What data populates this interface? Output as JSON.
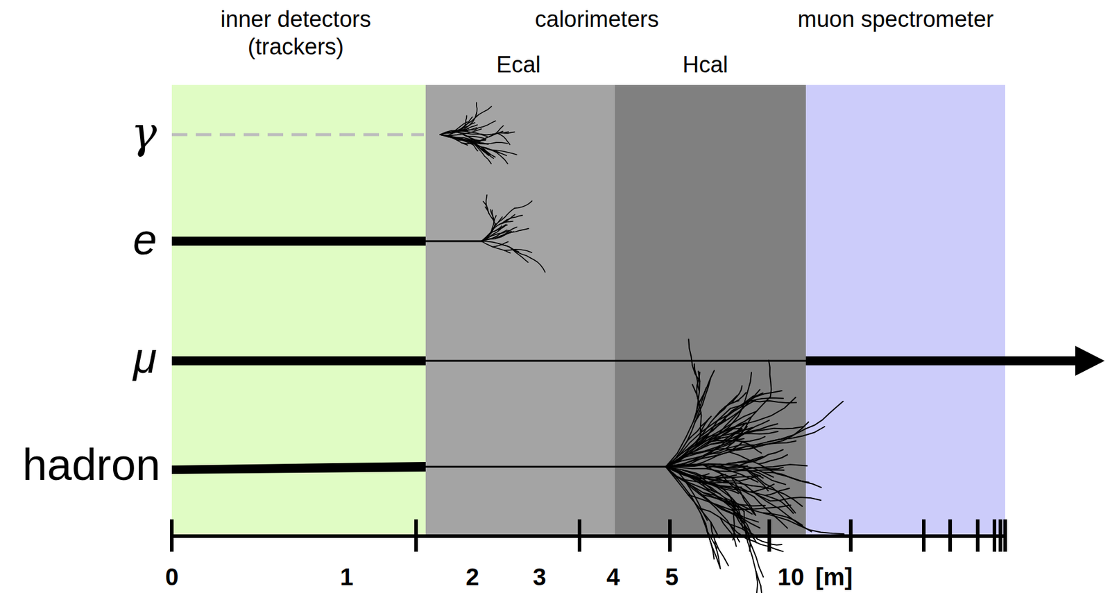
{
  "diagram": {
    "nodes": [
      {
        "text": [
          "inner detectors (trackers)"
        ]
      },
      {
        "text": [
          "Ecal"
        ]
      },
      {
        "text": [
          "Hcal"
        ]
      },
      {
        "text": [
          "muon spectrometer"
        ]
      }
    ],
    "labels": [
      "calorimeters",
      "γ",
      "e",
      "μ",
      "hadron",
      "0",
      "1",
      "2",
      "3",
      "4",
      "5",
      "10",
      "[m]"
    ]
  }
}
